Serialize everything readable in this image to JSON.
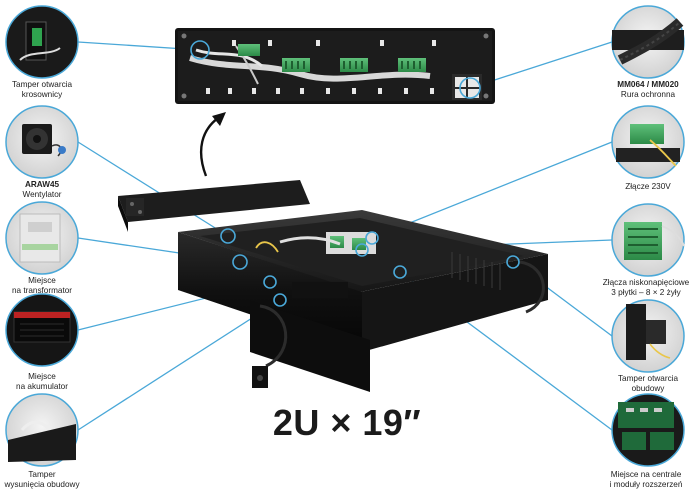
{
  "title": "2U × 19″",
  "accent_color": "#4aa8d8",
  "callouts": [
    {
      "id": "tamper-door",
      "lines": [
        "Tamper otwarcia",
        "krosownicy"
      ]
    },
    {
      "id": "fan",
      "bold": "ARAW45",
      "lines": [
        "Wentylator"
      ]
    },
    {
      "id": "transformer",
      "lines": [
        "Miejsce",
        "na transformator"
      ]
    },
    {
      "id": "battery",
      "lines": [
        "Miejsce",
        "na akumulator"
      ]
    },
    {
      "id": "tamper-pullout",
      "lines": [
        "Tamper",
        "wysunięcia obudowy"
      ]
    },
    {
      "id": "conduit",
      "bold": "MM064 / MM020",
      "lines": [
        "Rura ochronna"
      ]
    },
    {
      "id": "connector-230",
      "lines": [
        "Złącze 230V"
      ]
    },
    {
      "id": "lv-connectors",
      "lines": [
        "Złącza niskonapięciowe",
        "3 płytki – 8 × 2 żyły"
      ]
    },
    {
      "id": "tamper-housing",
      "lines": [
        "Tamper otwarcia",
        "obudowy"
      ]
    },
    {
      "id": "panel-space",
      "lines": [
        "Miejsce na centrale",
        "i moduły rozszerzeń"
      ]
    }
  ]
}
